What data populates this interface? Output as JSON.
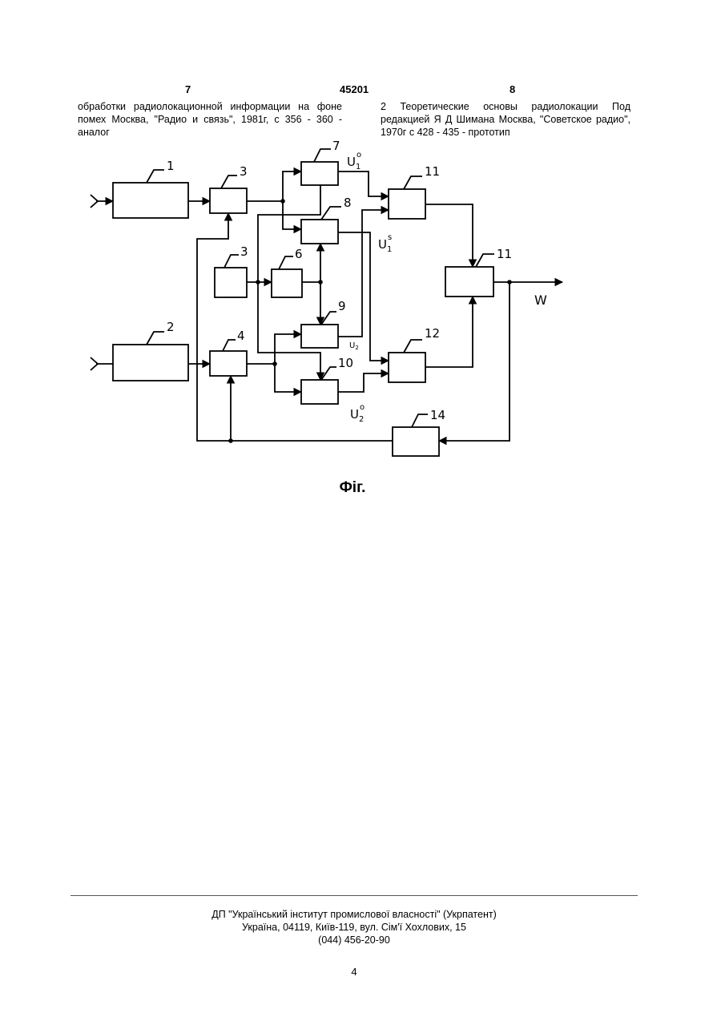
{
  "header": {
    "left_page": "7",
    "patent_no": "45201",
    "right_page": "8"
  },
  "references": {
    "left_text": "обработки радиолокационной информации на фоне помех Москва, \"Радио и связь\", 1981г, с 356 - 360 - аналог",
    "right_text": "2 Теоретические основы радиолокации Под редакцией Я Д Шимана Москва, \"Советское радио\", 1970г с 428 - 435 - прототип"
  },
  "diagram": {
    "block_labels": [
      "1",
      "2",
      "3",
      "3",
      "4",
      "6",
      "7",
      "8",
      "9",
      "10",
      "11",
      "12",
      "11",
      "14"
    ],
    "signal_labels": {
      "u1_top": "U",
      "u1_top_sup": "o",
      "u1_top_sub": "1",
      "u1_mid": "U",
      "u1_mid_sup": "s",
      "u1_mid_sub": "1",
      "u2_mid": "U",
      "u2_mid_sub": "2",
      "u2_bot": "U",
      "u2_bot_sup": "o",
      "u2_bot_sub": "2",
      "output": "W"
    }
  },
  "figure_caption": "Фіг.",
  "footer": {
    "line1": "ДП \"Український інститут промислової власності\" (Укрпатент)",
    "line2": "Україна, 04119, Київ-119, вул. Сім'ї Хохлових, 15",
    "line3": "(044) 456-20-90"
  },
  "page_number": "4"
}
